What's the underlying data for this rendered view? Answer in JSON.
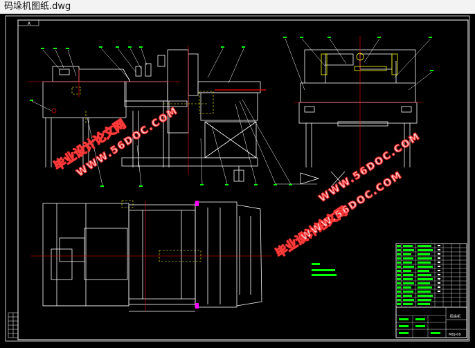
{
  "window": {
    "title": "码垛机图纸.dwg"
  },
  "drawing": {
    "frame_label": "A",
    "watermarks": [
      {
        "cn": "毕业设计论文网",
        "url": "WWW.56DOC.COM"
      },
      {
        "cn": "毕业设计论文网",
        "url": "WWW.56DOC.COM"
      },
      {
        "url": "WWW.56DOC.COM"
      }
    ],
    "title_block": {
      "drawing_name": "码垛机",
      "sheet_code": "MDJ-00"
    }
  },
  "colors": {
    "background": "#000000",
    "frame": "#ffffff",
    "centerline": "#ff0000",
    "hidden": "#ffff00",
    "table_text": "#00ff00",
    "watermark_stroke": "#ff3b3b"
  }
}
